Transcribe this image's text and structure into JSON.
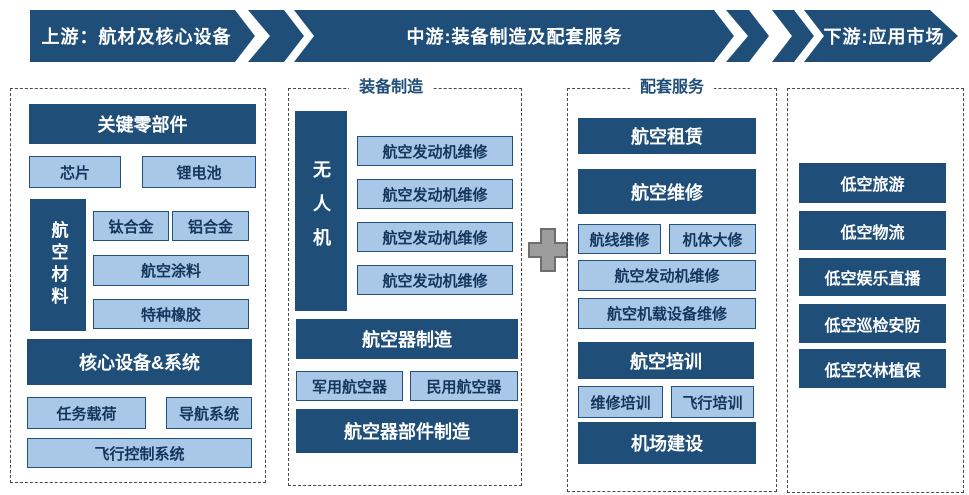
{
  "colors": {
    "dark_blue": "#1f4e79",
    "light_blue": "#a9c7e7",
    "plus_gray": "#9c9c9c",
    "panel_border": "#4a4a4a"
  },
  "header": {
    "upstream": "上游：航材及核心设备",
    "midstream": "中游:装备制造及配套服务",
    "downstream": "下游:应用市场"
  },
  "upstream_panel": {
    "key_parts_header": "关键零部件",
    "chip": "芯片",
    "battery": "锂电池",
    "materials_header": "航空材料",
    "titanium": "钛合金",
    "aluminum": "铝合金",
    "coating": "航空涂料",
    "rubber": "特种橡胶",
    "core_header": "核心设备&系统",
    "payload": "任务载荷",
    "nav_system": "导航系统",
    "flight_control": "飞行控制系统"
  },
  "manufacturing_panel": {
    "label": "装备制造",
    "uav": "无人机",
    "items": [
      "航空发动机维修",
      "航空发动机维修",
      "航空发动机维修",
      "航空发动机维修"
    ],
    "aircraft_header": "航空器制造",
    "military_aircraft": "军用航空器",
    "civil_aircraft": "民用航空器",
    "parts_header": "航空器部件制造"
  },
  "services_panel": {
    "label": "配套服务",
    "leasing": "航空租赁",
    "maintenance_header": "航空维修",
    "line_maintenance": "航线维修",
    "airframe_overhaul": "机体大修",
    "engine_maintenance": "航空发动机维修",
    "airborne_equipment_maintenance": "航空机载设备维修",
    "training_header": "航空培训",
    "maintenance_training": "维修培训",
    "flight_training": "飞行培训",
    "airport_construction": "机场建设"
  },
  "downstream_panel": {
    "items": [
      "低空旅游",
      "低空物流",
      "低空娱乐直播",
      "低空巡检安防",
      "低空农林植保"
    ]
  },
  "icons": {
    "plus_connector": "plus"
  }
}
